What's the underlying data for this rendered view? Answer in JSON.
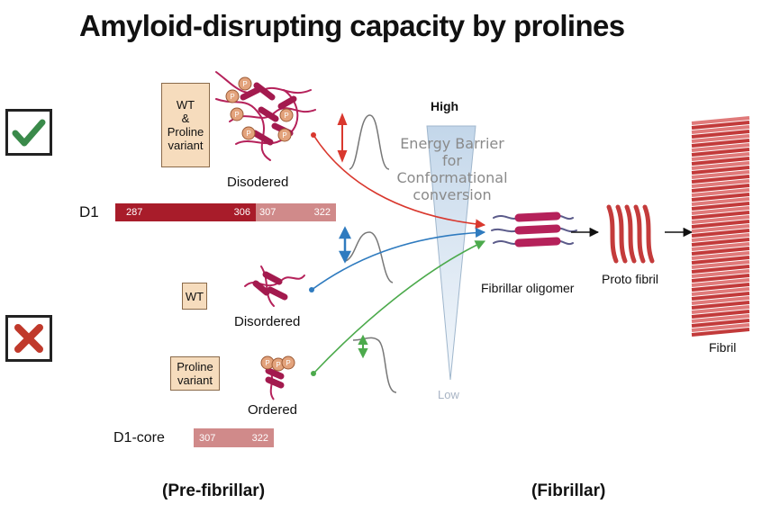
{
  "title": "Amyloid-disrupting capacity by prolines",
  "icons": {
    "top_badge": "checkmark-icon",
    "bottom_badge": "cross-icon"
  },
  "colors": {
    "check": "#3a8a4a",
    "cross": "#c0392b",
    "red_path": "#d9382e",
    "blue_path": "#2f7bbf",
    "green_path": "#4caa4c",
    "protein": "#b5215a",
    "dark_seg": "#a81c2a",
    "light_seg": "#d08a8a",
    "box_fill": "#f6dcbd"
  },
  "top_group": {
    "box_lines": [
      "WT",
      "&",
      "Proline",
      "variant"
    ],
    "state": "Disodered",
    "phospho_label": "P"
  },
  "d1_bar": {
    "label": "D1",
    "ticks": [
      "287",
      "306",
      "307",
      "322"
    ]
  },
  "middle_group": {
    "box": "WT",
    "state": "Disordered"
  },
  "bottom_group": {
    "box_lines": [
      "Proline",
      "variant"
    ],
    "state": "Ordered"
  },
  "core_bar": {
    "label": "D1-core",
    "ticks": [
      "307",
      "322"
    ]
  },
  "barrier": {
    "high": "High",
    "low": "Low",
    "lines": [
      "Energy Barrier",
      "for",
      "Conformational",
      "conversion"
    ]
  },
  "stages": {
    "oligomer": "Fibrillar oligomer",
    "protofibril": "Proto fibril",
    "fibril": "Fibril"
  },
  "footer": {
    "left": "(Pre-fibrillar)",
    "right": "(Fibrillar)"
  }
}
